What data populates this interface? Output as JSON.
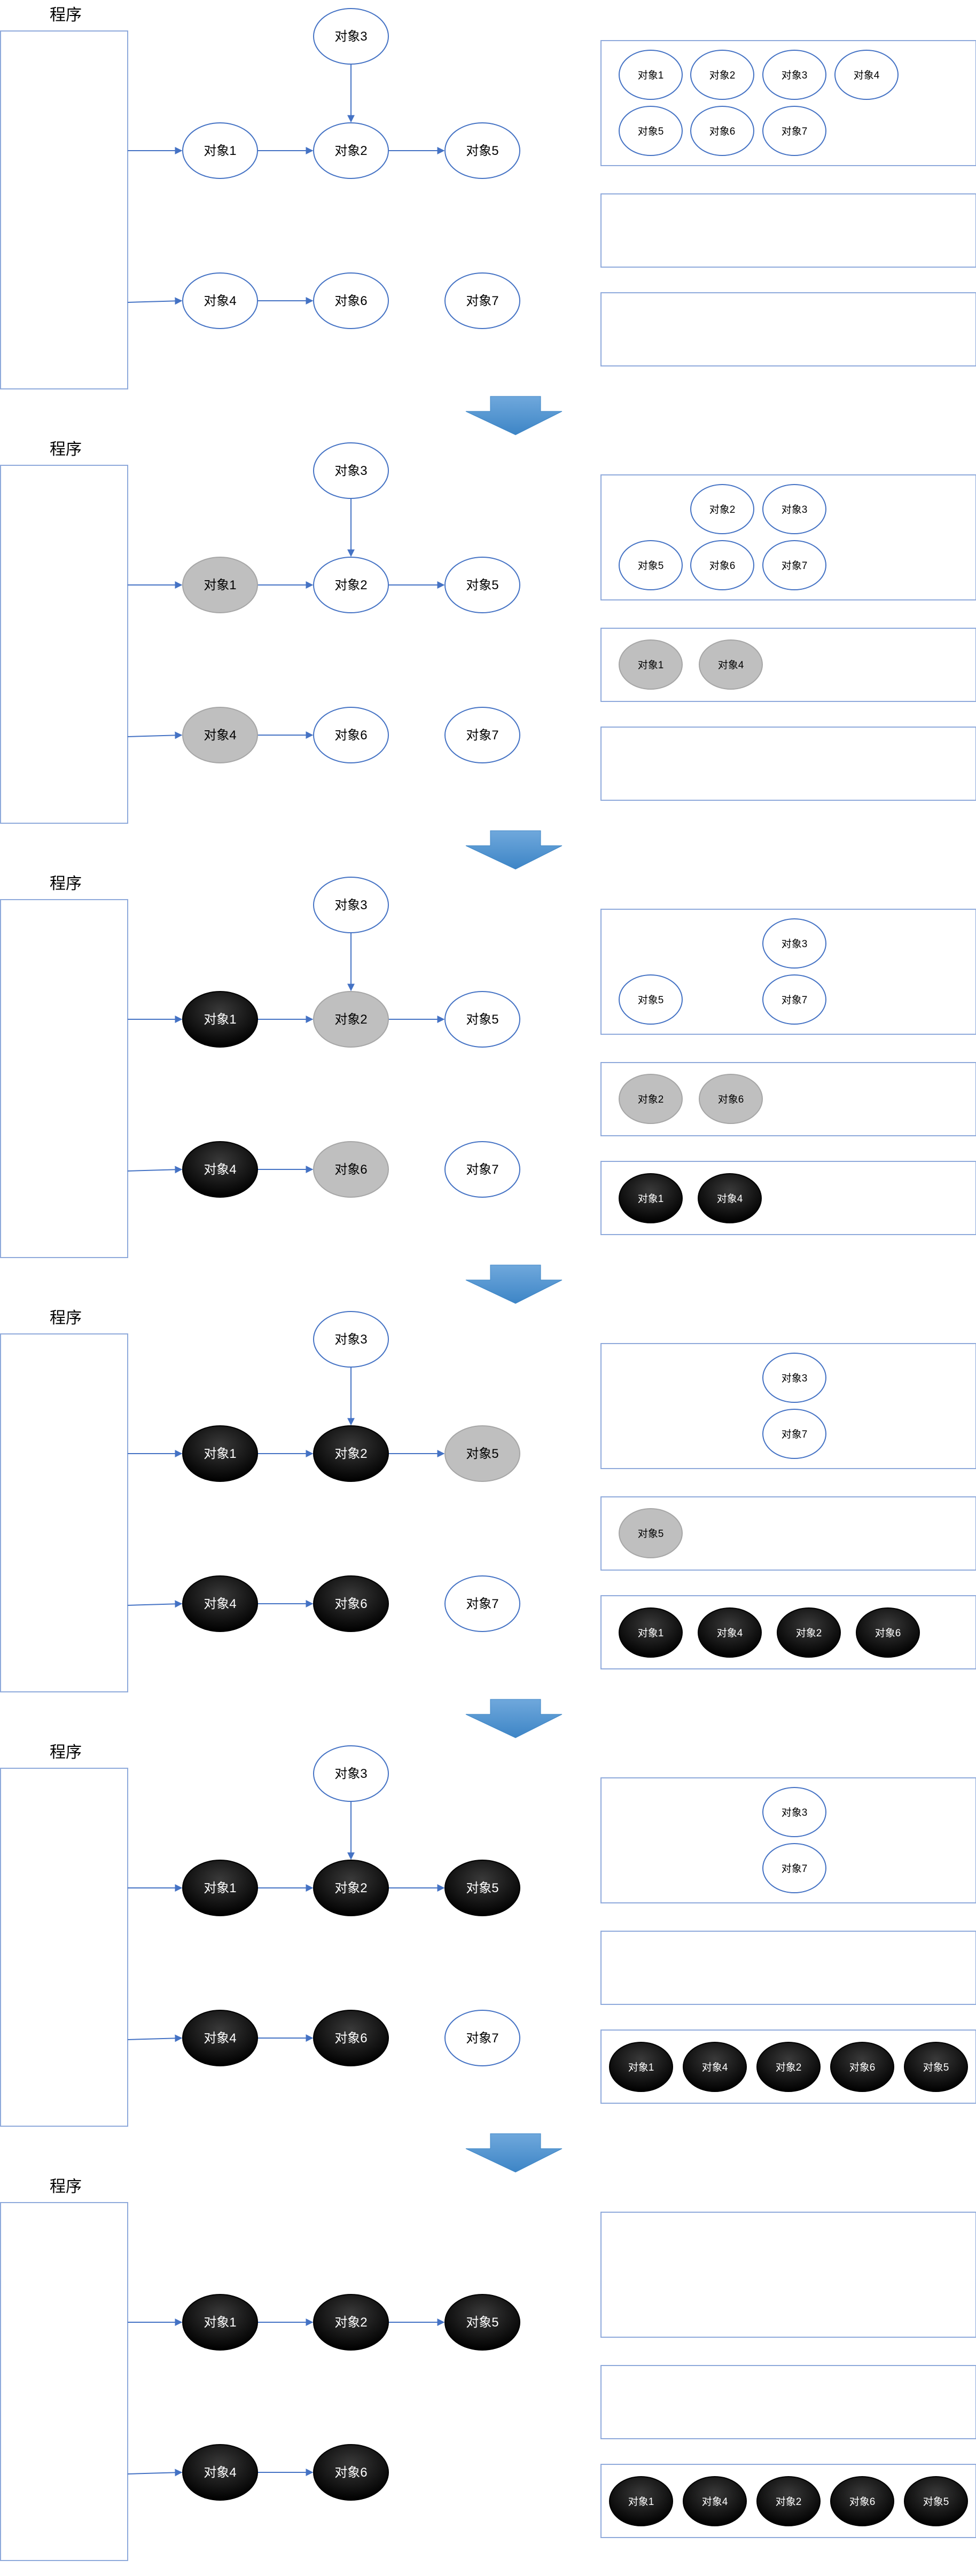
{
  "program_label": "程序",
  "colors": {
    "line": "#4472C4",
    "box_border": "#8EA9DB",
    "white_fill": "#FFFFFF",
    "gray_fill": "#BFBFBF",
    "black_fill": "#000000",
    "arrow_fill": "#5B9BD5"
  },
  "objects": {
    "o1": "对象1",
    "o2": "对象2",
    "o3": "对象3",
    "o4": "对象4",
    "o5": "对象5",
    "o6": "对象6",
    "o7": "对象7"
  },
  "edges": [
    [
      "o1",
      "o2"
    ],
    [
      "o2",
      "o5"
    ],
    [
      "o3",
      "o2"
    ],
    [
      "o4",
      "o6"
    ]
  ],
  "root_objects": [
    "o1",
    "o4"
  ],
  "stages": [
    {
      "states": {
        "o1": "white",
        "o2": "white",
        "o3": "white",
        "o4": "white",
        "o5": "white",
        "o6": "white",
        "o7": "white"
      },
      "white_set": [
        [
          "o1",
          "o2",
          "o3",
          "o4"
        ],
        [
          "o5",
          "o6",
          "o7"
        ]
      ],
      "gray_set": [],
      "black_set": []
    },
    {
      "states": {
        "o1": "gray",
        "o2": "white",
        "o3": "white",
        "o4": "gray",
        "o5": "white",
        "o6": "white",
        "o7": "white"
      },
      "white_set": [
        [
          null,
          "o2",
          "o3"
        ],
        [
          "o5",
          "o6",
          "o7"
        ]
      ],
      "gray_set": [
        "o1",
        "o4"
      ],
      "black_set": []
    },
    {
      "states": {
        "o1": "black",
        "o2": "gray",
        "o3": "white",
        "o4": "black",
        "o5": "white",
        "o6": "gray",
        "o7": "white"
      },
      "white_set": [
        [
          null,
          null,
          "o3"
        ],
        [
          "o5",
          null,
          "o7"
        ]
      ],
      "gray_set": [
        "o2",
        "o6"
      ],
      "black_set": [
        "o1",
        "o4"
      ]
    },
    {
      "states": {
        "o1": "black",
        "o2": "black",
        "o3": "white",
        "o4": "black",
        "o5": "gray",
        "o6": "black",
        "o7": "white"
      },
      "white_set": [
        [
          null,
          null,
          "o3"
        ],
        [
          null,
          null,
          "o7"
        ]
      ],
      "gray_set": [
        "o5"
      ],
      "black_set": [
        "o1",
        "o4",
        "o2",
        "o6"
      ]
    },
    {
      "states": {
        "o1": "black",
        "o2": "black",
        "o3": "white",
        "o4": "black",
        "o5": "black",
        "o6": "black",
        "o7": "white"
      },
      "white_set": [
        [
          null,
          null,
          "o3"
        ],
        [
          null,
          null,
          "o7"
        ]
      ],
      "gray_set": [],
      "black_set": [
        "o1",
        "o4",
        "o2",
        "o6",
        "o5"
      ]
    },
    {
      "states": {
        "o1": "black",
        "o2": "black",
        "o4": "black",
        "o5": "black",
        "o6": "black"
      },
      "white_set": [],
      "gray_set": [],
      "black_set": [
        "o1",
        "o4",
        "o2",
        "o6",
        "o5"
      ]
    }
  ]
}
